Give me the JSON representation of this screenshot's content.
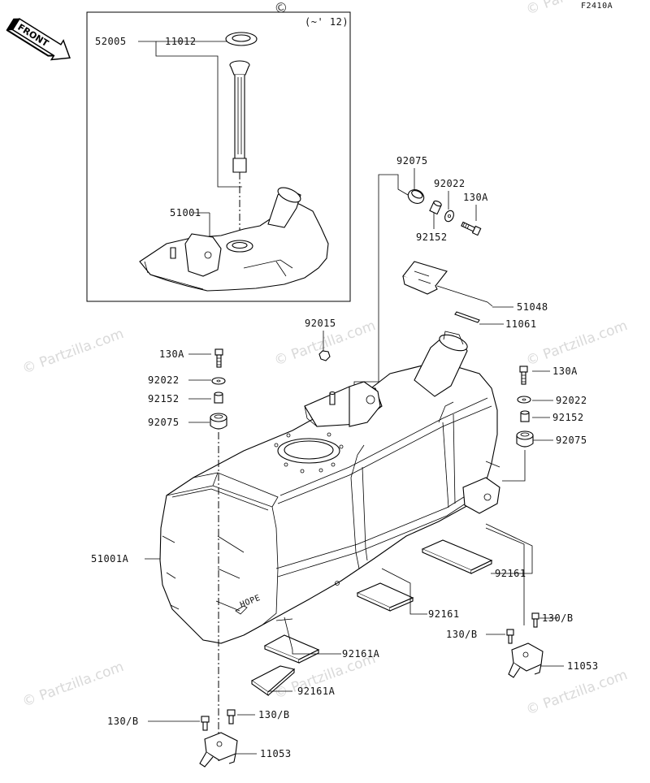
{
  "diagram_code": "F2410A",
  "inset_note": "(~' 12)",
  "front_label": "FRONT",
  "tank_marking": "HOPE",
  "watermark": "Partzilla.com",
  "watermark_prefix": "©",
  "parts": {
    "p52005": "52005",
    "p11012": "11012",
    "p51001": "51001",
    "p92075_top": "92075",
    "p92022_top": "92022",
    "p130A_top": "130A",
    "p92152_top": "92152",
    "p51048": "51048",
    "p11061": "11061",
    "p92015": "92015",
    "p130A_left": "130A",
    "p92022_left": "92022",
    "p92152_left": "92152",
    "p92075_left": "92075",
    "p130A_right": "130A",
    "p92022_right": "92022",
    "p92152_right": "92152",
    "p92075_right": "92075",
    "p51001A": "51001A",
    "p92161_r1": "92161",
    "p92161_r2": "92161",
    "p130B_r1": "130/B",
    "p130B_r2": "130/B",
    "p11053_right": "11053",
    "p92161A_1": "92161A",
    "p92161A_2": "92161A",
    "p130B_b1": "130/B",
    "p130B_b2": "130/B",
    "p11053_bottom": "11053"
  }
}
